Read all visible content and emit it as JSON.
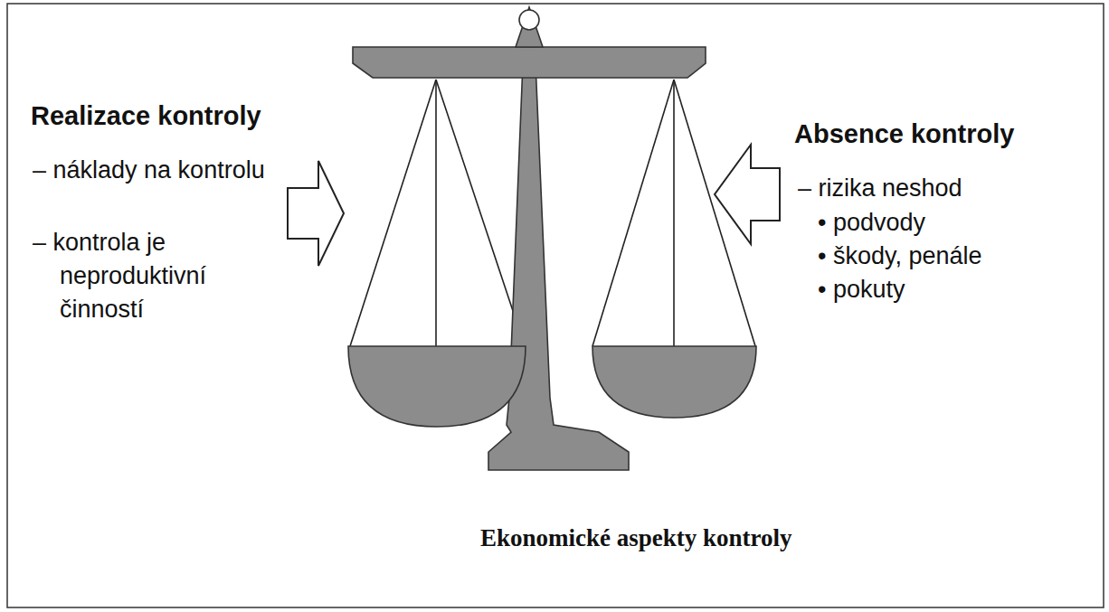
{
  "diagram": {
    "caption": "Ekonomické aspekty kontroly",
    "labels": [
      "Realizace kontroly",
      "– náklady na kontrolu",
      "– kontrola je neproduktivní činností",
      "Absence kontroly",
      "– rizika neshod",
      "• podvody",
      "• škody, penále",
      "• pokuty"
    ]
  }
}
